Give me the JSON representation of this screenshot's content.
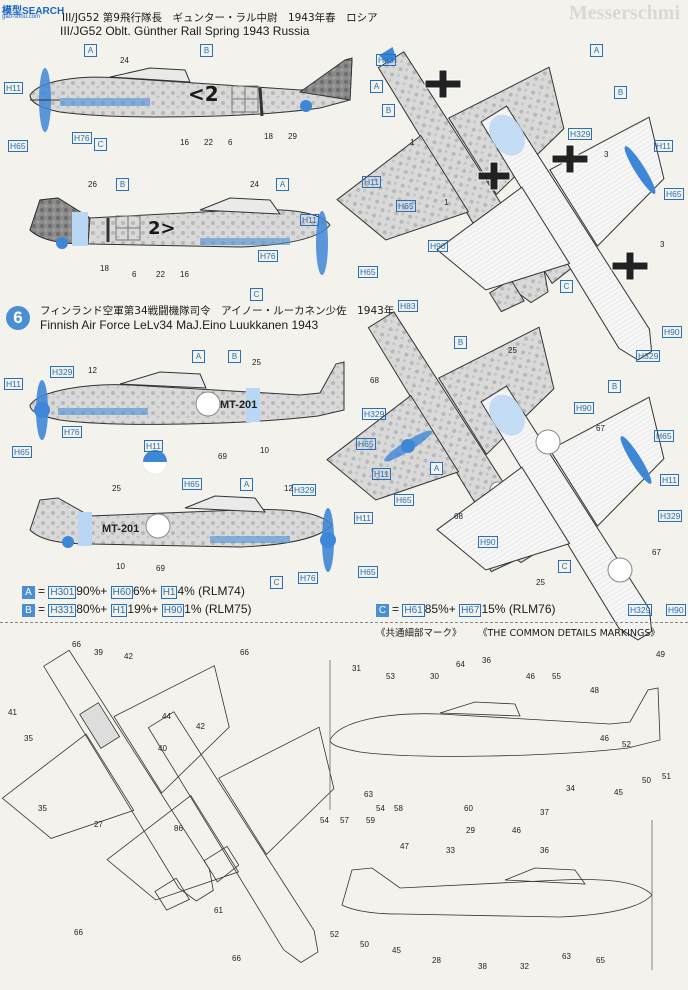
{
  "watermark": {
    "site": "模型SEARCH",
    "url": "gao-shou.com"
  },
  "bg_title": "Messerschmi",
  "profile5": {
    "title_jp": "III/JG52 第9飛行隊長　ギュンター・ラル中尉　1943年春　ロシア",
    "title_en": "III/JG52 Oblt. Günther Rall   Spring 1943 Russia",
    "fuselage_marks": [
      "<2",
      "2>"
    ]
  },
  "profile6": {
    "number": "6",
    "title_jp": "フィンランド空軍第34戦闘機隊司令　アイノー・ルーカネン少佐　1943年",
    "title_en": "Finnish Air Force LeLv34 MaJ.Eino Luukkanen 1943",
    "fuselage_code": "MT-201"
  },
  "legend": {
    "A": {
      "label": "A",
      "formula": [
        "H301",
        "90%+",
        "H60",
        "6%+",
        "H1",
        "4%",
        "(RLM74)"
      ]
    },
    "B": {
      "label": "B",
      "formula": [
        "H331",
        "80%+",
        "H1",
        "19%+",
        "H90",
        "1%",
        "(RLM75)"
      ]
    },
    "C": {
      "label": "C",
      "formula": [
        "H61",
        "85%+",
        "H67",
        "15%",
        "(RLM76)"
      ]
    }
  },
  "common_jp": "《共通細部マーク》",
  "common_en": "《THE COMMON DETAILS MARKINGS》",
  "callouts": {
    "h11": "H11",
    "h65": "H65",
    "h76": "H76",
    "h83": "H83",
    "h329": "H329",
    "h90": "H90",
    "A": "A",
    "B": "B",
    "C": "C"
  },
  "decal_numbers": [
    "24",
    "16",
    "22",
    "6",
    "18",
    "29",
    "26",
    "12",
    "25",
    "69",
    "10",
    "67",
    "68",
    "3",
    "1",
    "66",
    "39",
    "42",
    "41",
    "35",
    "44",
    "40",
    "27",
    "86",
    "61",
    "31",
    "53",
    "30",
    "64",
    "36",
    "46",
    "55",
    "48",
    "49",
    "52",
    "63",
    "54",
    "57",
    "58",
    "59",
    "60",
    "34",
    "37",
    "50",
    "45",
    "47",
    "33",
    "28",
    "38",
    "32",
    "65",
    "51"
  ],
  "colors": {
    "accent": "#4a8fd4",
    "callout": "#2870b8",
    "spinner": "#3e86d6"
  }
}
